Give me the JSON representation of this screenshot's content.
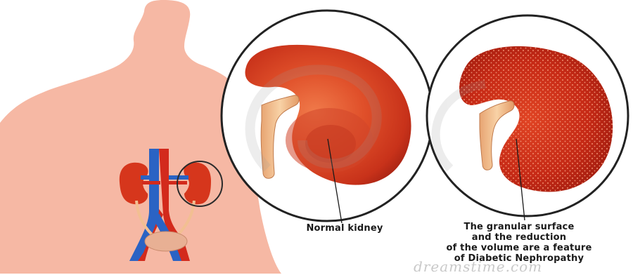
{
  "labels": {
    "normal_kidney": "Normal kidney",
    "diabetic_line1": "The granular surface",
    "diabetic_line2": "and the reduction",
    "diabetic_line3": "of the volume are a feature",
    "diabetic_line4": "of Diabetic Nephropathy"
  },
  "watermark": {
    "text": "dreamstime.com"
  },
  "colors": {
    "skin": "#f6b8a4",
    "kidney_normal": "#d6361c",
    "kidney_diabetic": "#c41e12",
    "vein_blue": "#2a63c4",
    "artery_red": "#d32a1c",
    "ureter": "#f2bf92",
    "bladder": "#e8b094"
  }
}
